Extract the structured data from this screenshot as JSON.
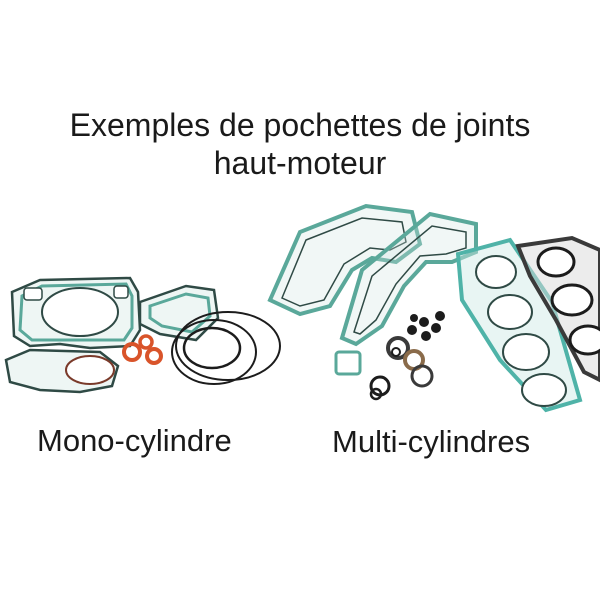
{
  "title": {
    "line1": "Exemples de pochettes de joints",
    "line2": "haut-moteur"
  },
  "labels": {
    "mono": "Mono-cylindre",
    "multi": "Multi-cylindres"
  },
  "colors": {
    "gasket_green": "#5aa89a",
    "gasket_dark": "#2f4a45",
    "gasket_teal": "#4fb3a8",
    "metal_dark": "#3a3a3a",
    "oring_orange": "#d9542a",
    "oring_black": "#1c1c1c"
  }
}
